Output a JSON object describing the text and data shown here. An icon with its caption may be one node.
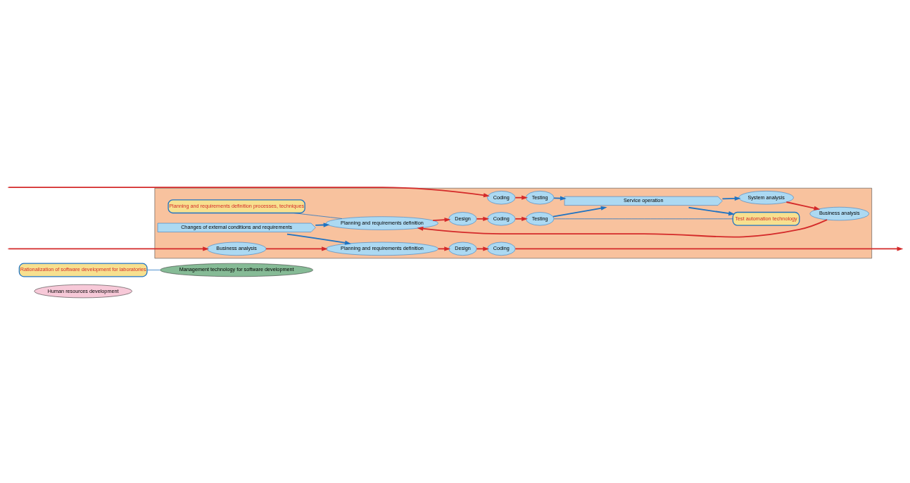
{
  "diagram": {
    "nodes": [
      {
        "text": [
          "Human resources development"
        ]
      },
      {
        "text": [
          "Management technology for software development"
        ]
      },
      {
        "text": [],
        "shape": "band"
      },
      {
        "text": [
          "Changes of external conditions and requirements"
        ],
        "in": 2
      },
      {
        "text": [
          "Service operation"
        ],
        "in": 2
      },
      {
        "text": [
          "Planning and requirements definition processes, techniques"
        ],
        "in": 2
      },
      {
        "text": [
          "Coding"
        ],
        "in": 2
      },
      {
        "text": [
          "Testing"
        ],
        "in": 2
      },
      {
        "text": [
          "System analysis"
        ],
        "in": 2
      },
      {
        "text": [
          "Business analysis"
        ],
        "in": 2
      },
      {
        "text": [
          "Planning and requirements definition"
        ],
        "in": 2
      },
      {
        "text": [
          "Design"
        ],
        "in": 2
      },
      {
        "text": [
          "Coding"
        ],
        "in": 2
      },
      {
        "text": [
          "Testing"
        ],
        "in": 2
      },
      {
        "text": [
          "Test automation technology"
        ],
        "in": 2
      },
      {
        "text": [
          "Business analysis"
        ],
        "in": 2
      },
      {
        "text": [
          "Planning and requirements definition"
        ],
        "in": 2
      },
      {
        "text": [
          "Design"
        ],
        "in": 2
      },
      {
        "text": [
          "Coding"
        ],
        "in": 2
      },
      {
        "text": [
          "Rationalization of software development for laboratories"
        ]
      }
    ],
    "edges": [
      {
        "from": null,
        "to": 6,
        "arrow": "to",
        "color": "#d42a2a"
      },
      {
        "from": 6,
        "to": 7,
        "arrow": "to",
        "color": "#d42a2a"
      },
      {
        "from": 7,
        "to": 4,
        "arrow": "to",
        "color": "#1f73c2"
      },
      {
        "from": 4,
        "to": 8,
        "arrow": "to",
        "color": "#1f73c2"
      },
      {
        "from": 8,
        "to": 9,
        "arrow": "to",
        "color": "#d42a2a"
      },
      {
        "from": 9,
        "to": 10,
        "arrow": "to",
        "color": "#d42a2a"
      },
      {
        "from": 3,
        "to": 10,
        "arrow": "to",
        "color": "#1f73c2"
      },
      {
        "from": 5,
        "to": 10,
        "arrow": "none",
        "color": "#1f73c2"
      },
      {
        "from": 10,
        "to": 11,
        "arrow": "to",
        "color": "#d42a2a"
      },
      {
        "from": 11,
        "to": 12,
        "arrow": "to",
        "color": "#d42a2a"
      },
      {
        "from": 12,
        "to": 13,
        "arrow": "to",
        "color": "#d42a2a"
      },
      {
        "from": 14,
        "to": 13,
        "arrow": "none",
        "color": "#1f73c2"
      },
      {
        "from": 13,
        "to": 4,
        "arrow": "to",
        "color": "#1f73c2"
      },
      {
        "from": 4,
        "to": 14,
        "arrow": "to",
        "color": "#1f73c2"
      },
      {
        "from": null,
        "to": 15,
        "arrow": "to",
        "color": "#d42a2a"
      },
      {
        "from": 15,
        "to": 16,
        "arrow": "to",
        "color": "#d42a2a"
      },
      {
        "from": 3,
        "to": 16,
        "arrow": "to",
        "color": "#1f73c2"
      },
      {
        "from": 16,
        "to": 17,
        "arrow": "to",
        "color": "#d42a2a"
      },
      {
        "from": 17,
        "to": 18,
        "arrow": "to",
        "color": "#d42a2a"
      },
      {
        "from": 18,
        "to": null,
        "arrow": "to",
        "color": "#d42a2a"
      },
      {
        "from": 19,
        "to": 1,
        "arrow": "none",
        "color": "#1f73c2"
      }
    ]
  }
}
